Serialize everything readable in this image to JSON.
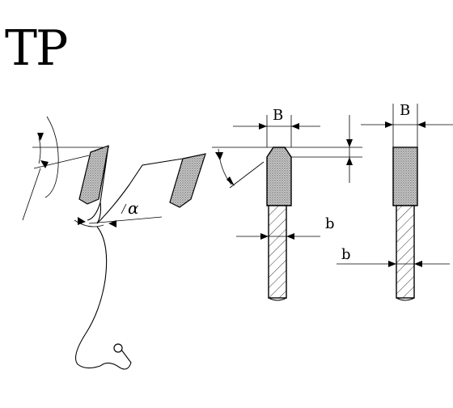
{
  "title": "TP",
  "labels": {
    "B_left": "B",
    "B_right": "B",
    "b_left": "b",
    "b_right": "b",
    "alpha": "α"
  },
  "colors": {
    "ink": "#000000",
    "carbide_fill": "#bdbdbd",
    "background": "#ffffff"
  }
}
